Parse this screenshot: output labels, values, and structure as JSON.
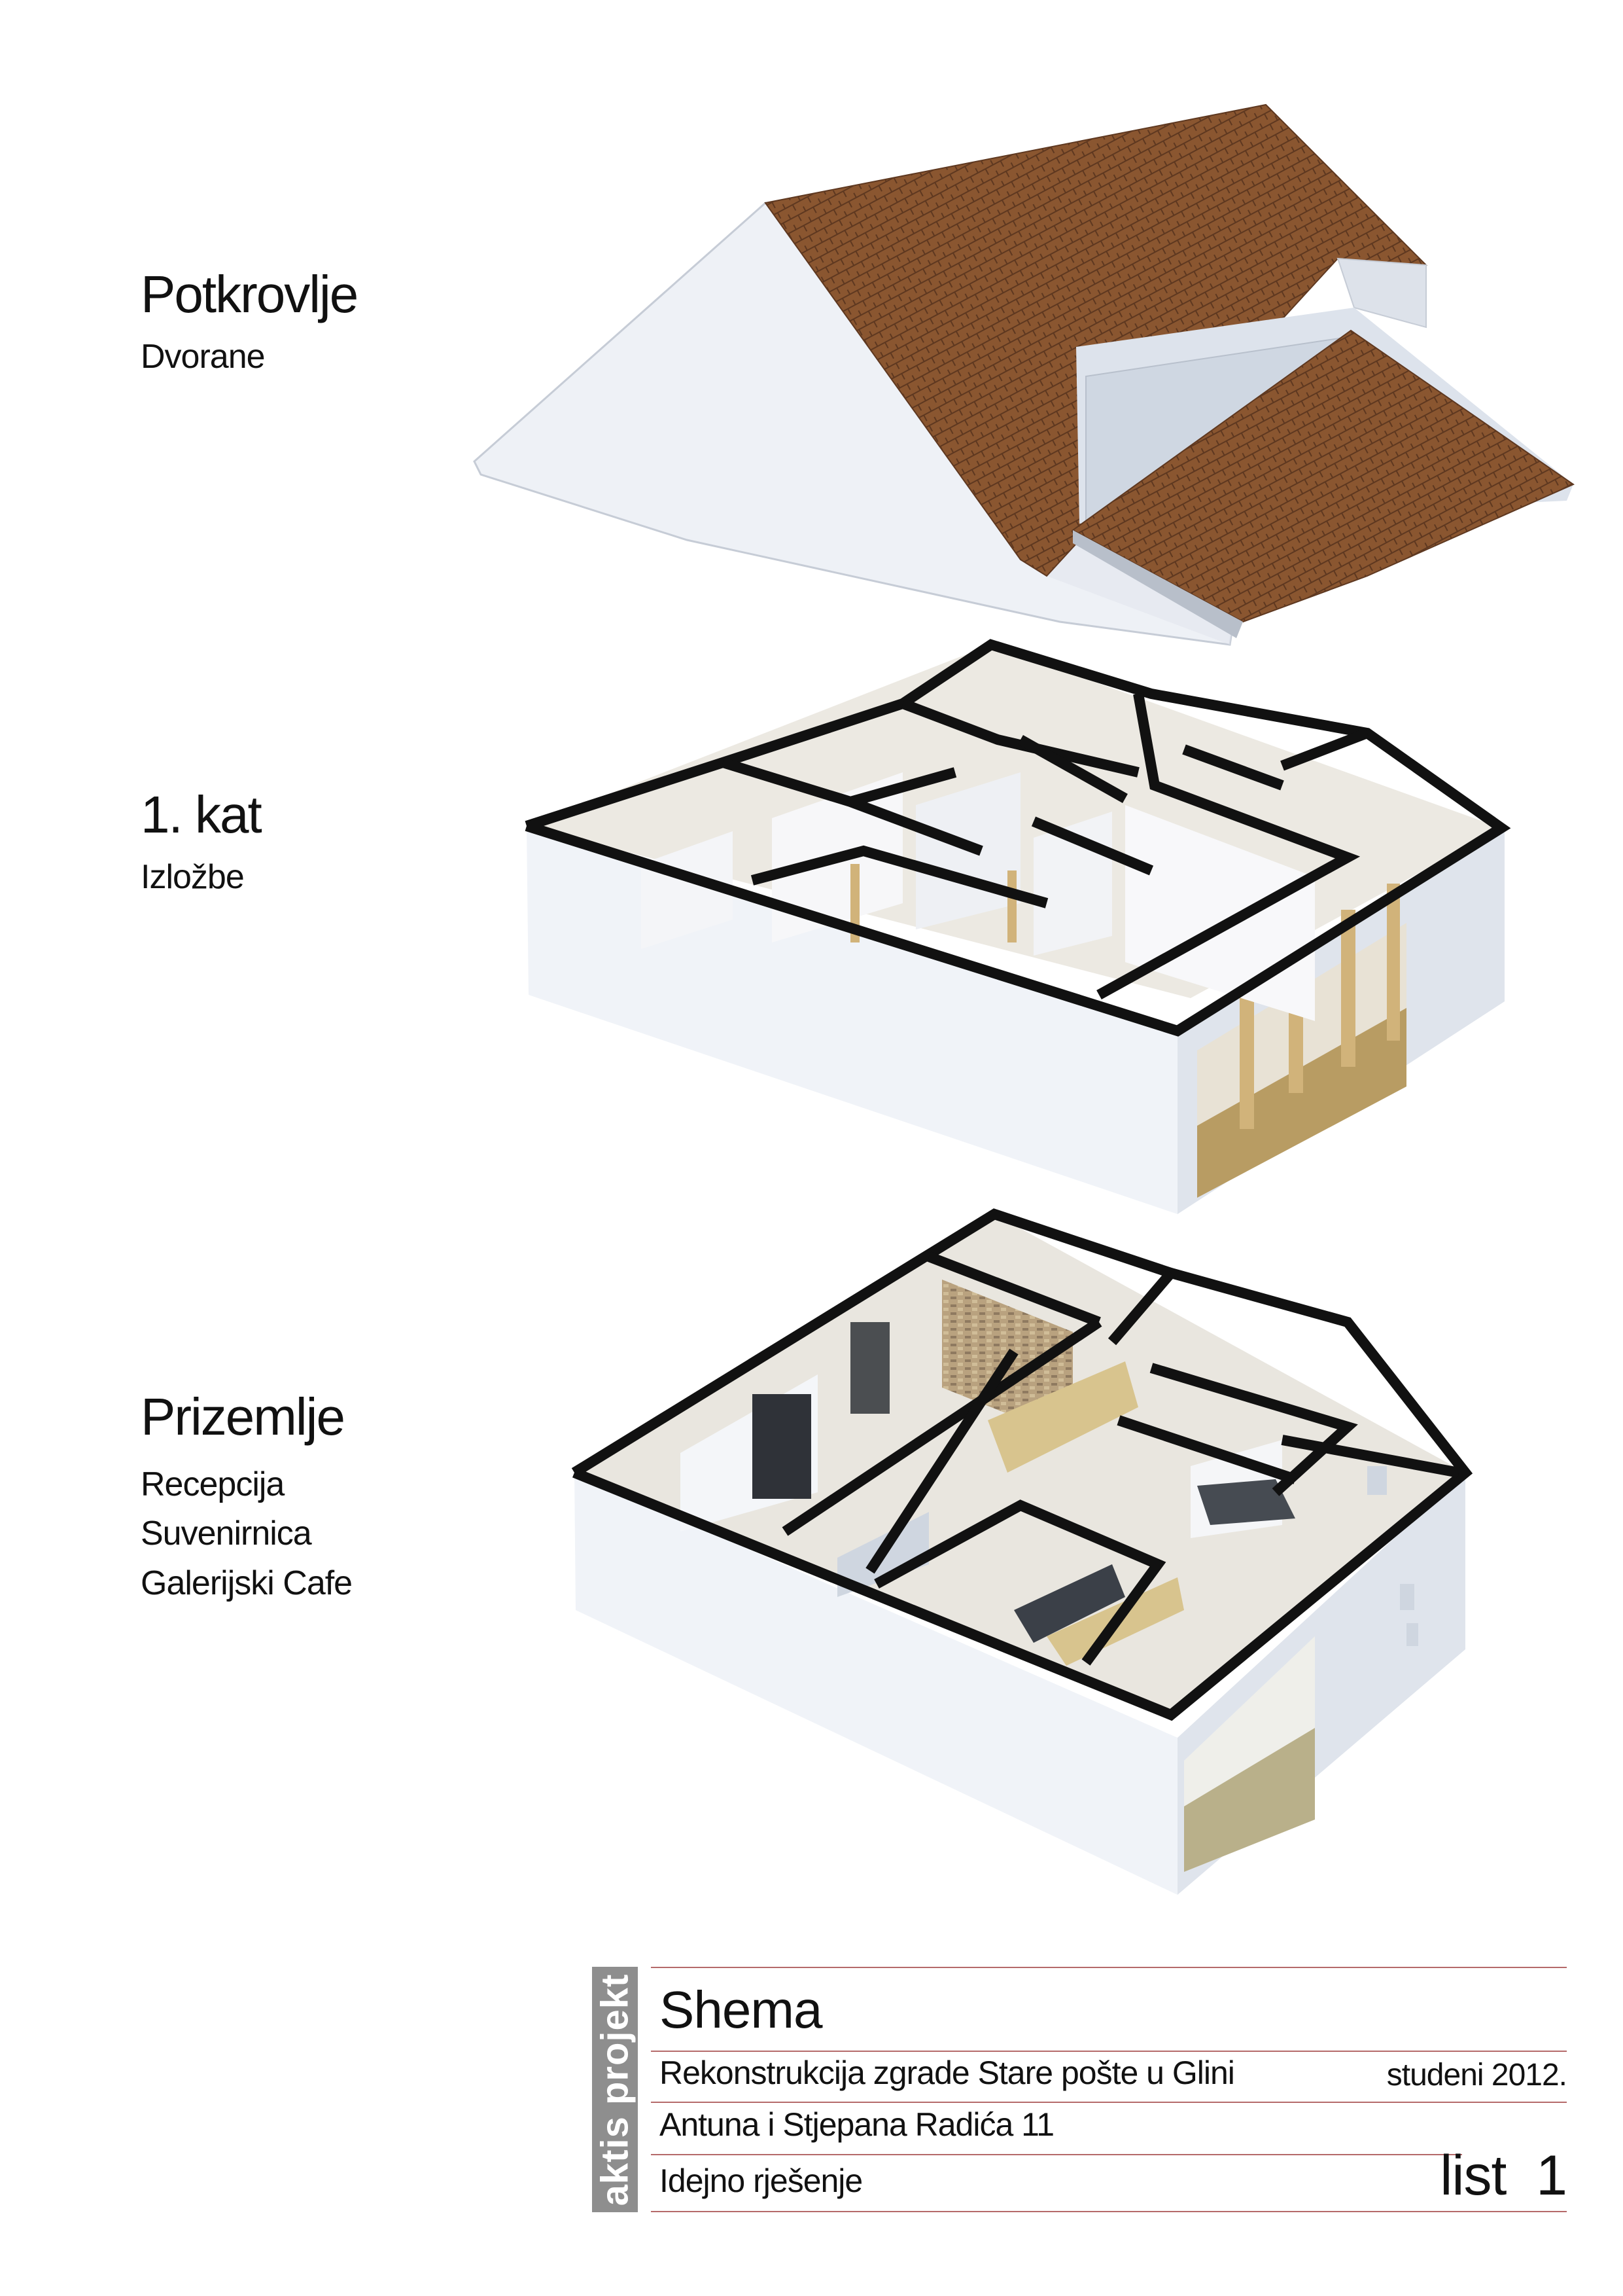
{
  "levels": [
    {
      "title": "Potkrovlje",
      "items": [
        "Dvorane"
      ]
    },
    {
      "title": "1. kat",
      "items": [
        "Izložbe"
      ]
    },
    {
      "title": "Prizemlje",
      "items": [
        "Recepcija",
        "Suvenirnica",
        "Galerijski Cafe"
      ]
    }
  ],
  "title_block": {
    "brand": "aktis projekt",
    "heading": "Shema",
    "project": "Rekonstrukcija zgrade Stare pošte u Glini",
    "date": "studeni 2012.",
    "address": "Antuna i Stjepana Radića 11",
    "phase": "Idejno rješenje",
    "sheet": "list  1"
  },
  "colors": {
    "roof": "#8a5630",
    "wall": "#f2f4f8",
    "wall_shade": "#dfe4ec",
    "wall_top": "#111111",
    "floor_wood": "#c9ad78",
    "stripe": "#8e8e8e",
    "rule": "#b56a6a"
  }
}
